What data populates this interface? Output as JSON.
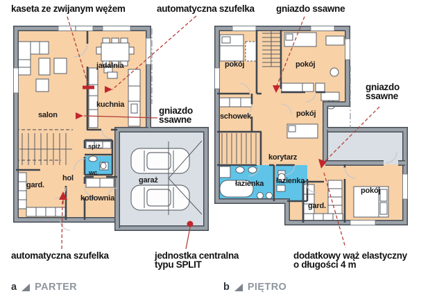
{
  "colors": {
    "floor_peach": "#f8d1a7",
    "floor_garage": "#d9dfe4",
    "floor_bathroom": "#5fc4e8",
    "wall_fill": "#9ba2aa",
    "wall_edge": "#474d55",
    "annotation_red": "#c1272d",
    "caption_gray": "#8f969d"
  },
  "annotations": {
    "kaseta": "kaseta ze zwijanym wężem",
    "szufelka_top": "automatyczna szufelka",
    "gniazdo_top": "gniazdo ssawne",
    "gniazdo_parter": "gniazdo\nssawne",
    "gniazdo_pietro": "gniazdo\nssawne",
    "szufelka_bottom": "automatyczna szufelka",
    "jednostka": "jednostka centralna\ntypu SPLIT",
    "waz": "dodatkowy wąż elastyczny\no długości 4 m"
  },
  "parter": {
    "caption_letter": "a",
    "caption_title": "PARTER",
    "rooms": {
      "salon": "salon",
      "jadalnia": "jadalnia",
      "kuchnia": "kuchnia",
      "spiz": "spiż.",
      "wc": "wc",
      "hol": "hol",
      "gard": "gard.",
      "kotlownia": "kotłownia",
      "garaz": "garaż"
    }
  },
  "pietro": {
    "caption_letter": "b",
    "caption_title": "PIĘTRO",
    "rooms": {
      "pokoj_tl": "pokój",
      "pokoj_tr": "pokój",
      "schowek": "schowek",
      "pokoj_mid": "pokój",
      "korytarz": "korytarz",
      "lazienka_l": "łazienka",
      "lazienka_r": "łazienka",
      "gard": "gard.",
      "pokoj_br": "pokój"
    }
  }
}
